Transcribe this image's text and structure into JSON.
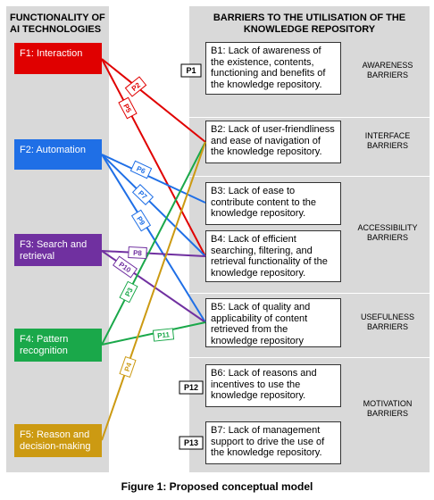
{
  "headers": {
    "left": "FUNCTIONALITY OF AI TECHNOLOGIES",
    "right": "BARRIERS TO THE UTILISATION OF THE KNOWLEDGE REPOSITORY"
  },
  "functions": [
    {
      "label": "F1: Interaction",
      "color": "#e00000"
    },
    {
      "label": "F2: Automation",
      "color": "#1f6fe6"
    },
    {
      "label": "F3: Search and retrieval",
      "color": "#7030a0"
    },
    {
      "label": "F4: Pattern recognition",
      "color": "#1aa84a"
    },
    {
      "label": "F5: Reason and decision-making",
      "color": "#cc9a12"
    }
  ],
  "barriers": [
    {
      "label": "B1: Lack of awareness of the existence, contents, functioning and benefits of the knowledge repository."
    },
    {
      "label": "B2: Lack of user-friendliness and ease of navigation of the knowledge repository."
    },
    {
      "label": "B3: Lack of ease to contribute content to the knowledge repository."
    },
    {
      "label": "B4: Lack of efficient searching, filtering, and retrieval functionality of the knowledge repository."
    },
    {
      "label": "B5: Lack of quality and applicability of content retrieved from the knowledge repository"
    },
    {
      "label": "B6: Lack of reasons and incentives to use the knowledge repository."
    },
    {
      "label": "B7: Lack of management support to drive the use of the knowledge repository."
    }
  ],
  "categories": [
    {
      "label": "AWARENESS BARRIERS"
    },
    {
      "label": "INTERFACE BARRIERS"
    },
    {
      "label": "ACCESSIBILITY BARRIERS"
    },
    {
      "label": "USEFULNESS BARRIERS"
    },
    {
      "label": "MOTIVATION BARRIERS"
    }
  ],
  "propositions": [
    {
      "label": "P1",
      "from": null,
      "to": "B1"
    },
    {
      "label": "P2",
      "from": "F1",
      "to": "B2"
    },
    {
      "label": "P3",
      "from": "F4",
      "to": "B2"
    },
    {
      "label": "P4",
      "from": "F5",
      "to": "B2"
    },
    {
      "label": "P5",
      "from": "F1",
      "to": "B4"
    },
    {
      "label": "P6",
      "from": "F2",
      "to": "B3"
    },
    {
      "label": "P7",
      "from": "F2",
      "to": "B4"
    },
    {
      "label": "P8",
      "from": "F3",
      "to": "B4"
    },
    {
      "label": "P9",
      "from": "F2",
      "to": "B5"
    },
    {
      "label": "P10",
      "from": "F3",
      "to": "B5"
    },
    {
      "label": "P11",
      "from": "F4",
      "to": "B5"
    },
    {
      "label": "P12",
      "from": null,
      "to": "B6"
    },
    {
      "label": "P13",
      "from": null,
      "to": "B7"
    }
  ],
  "caption": "Figure 1: Proposed conceptual model"
}
